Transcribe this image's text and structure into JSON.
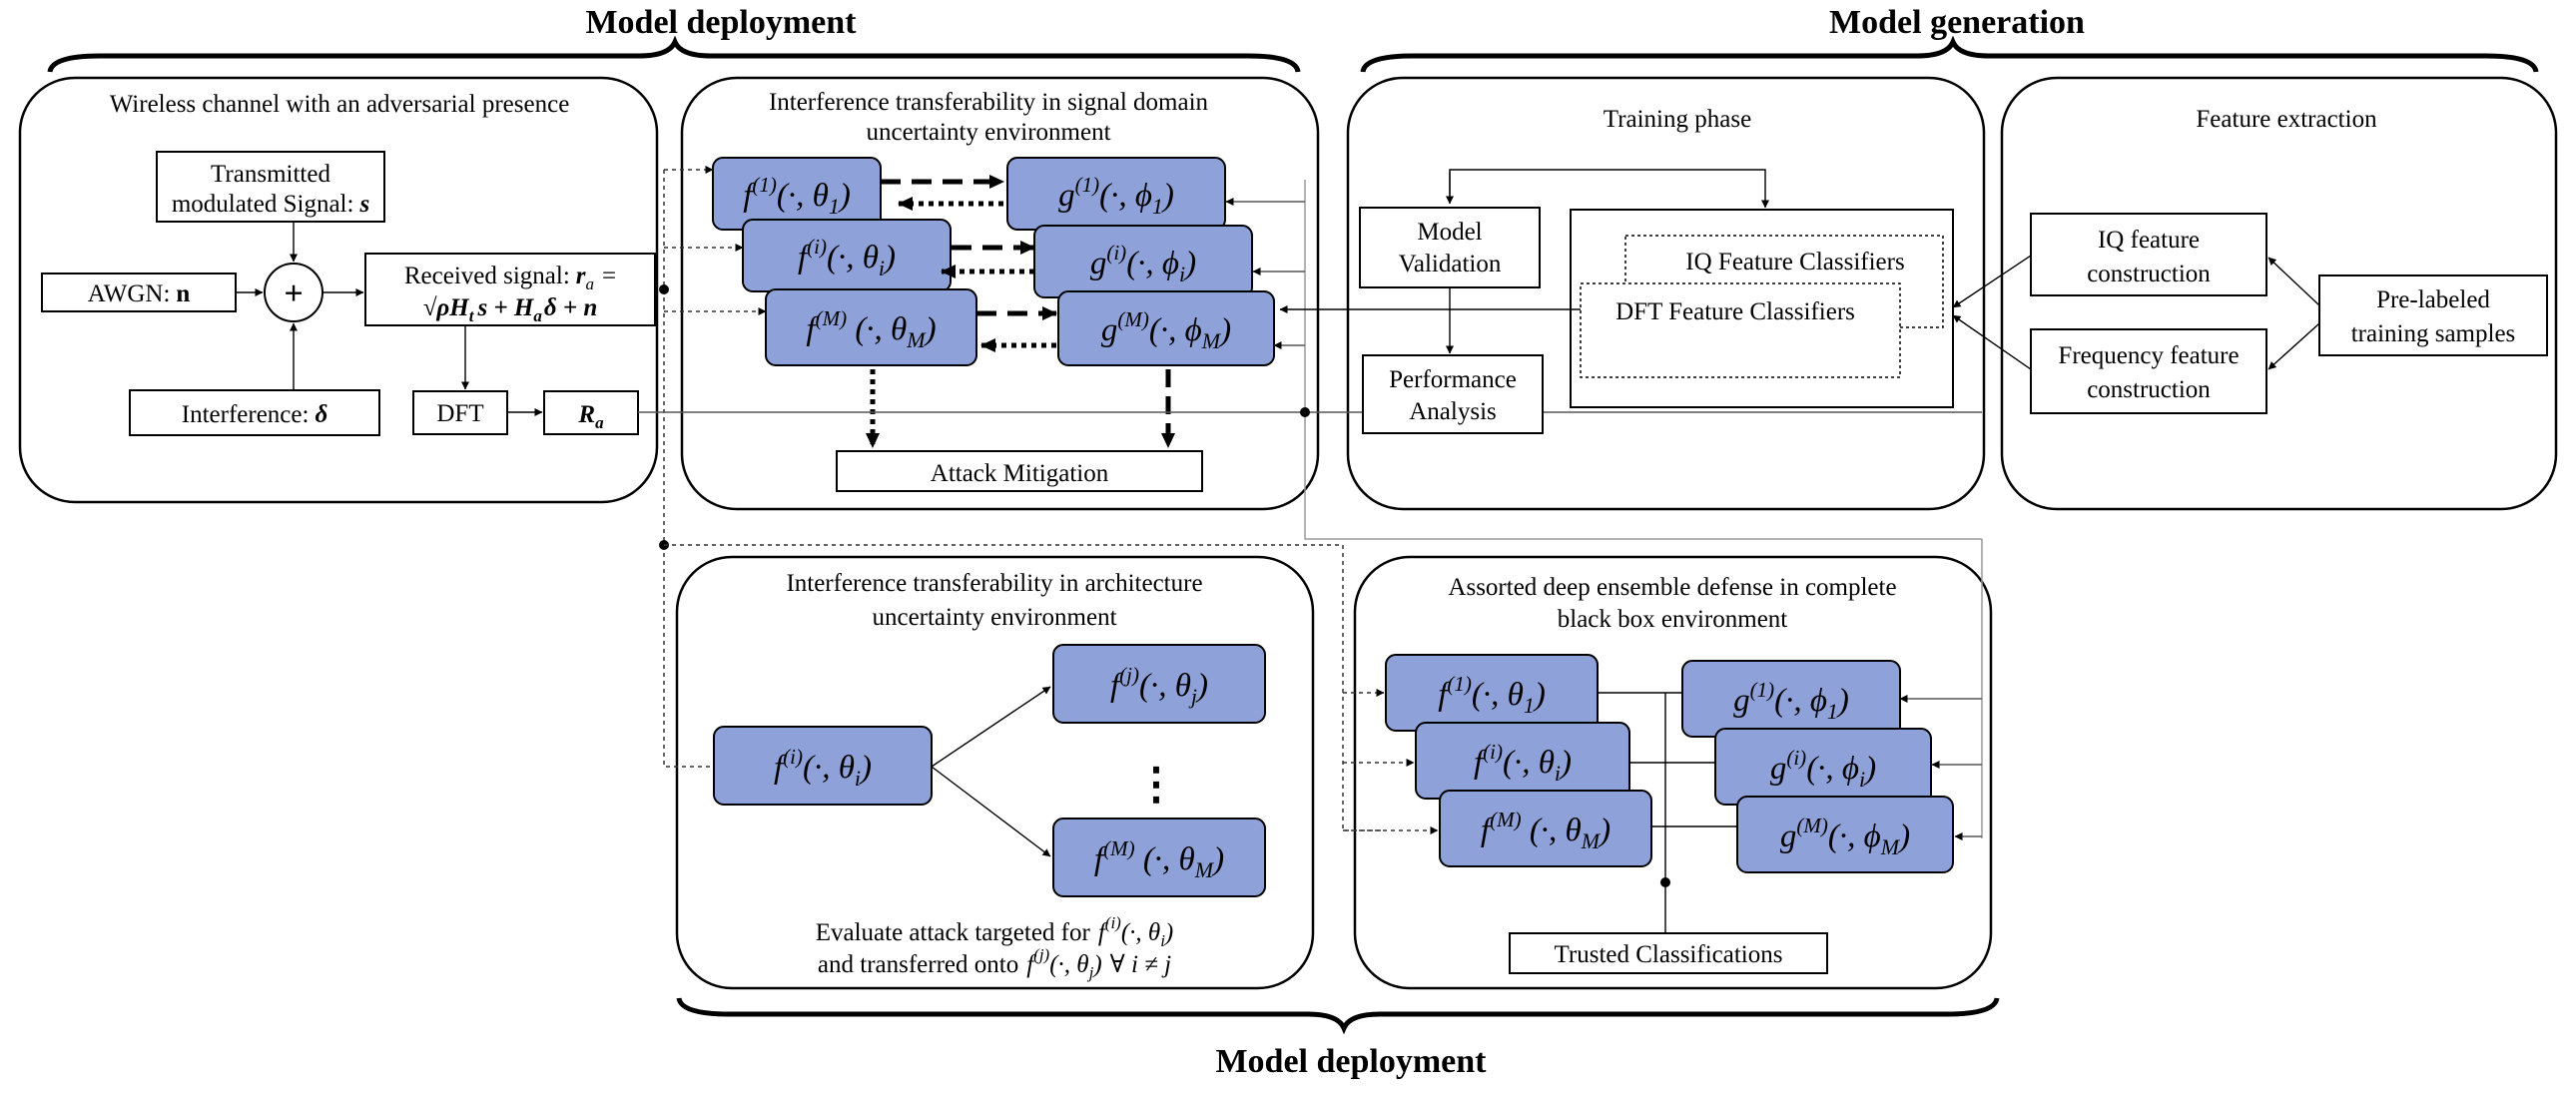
{
  "headers": {
    "top_left": "Model deployment",
    "top_right": "Model generation",
    "bottom": "Model deployment"
  },
  "wireless": {
    "title": "Wireless channel with an adversarial presence",
    "transmitted_line1": "Transmitted",
    "transmitted_line2": "modulated Signal:",
    "transmitted_sym": "s",
    "awgn_label": "AWGN:",
    "awgn_sym": "n",
    "plus": "+",
    "interference_label": "Interference:",
    "interference_sym": "δ",
    "received_line1": "Received signal:",
    "received_sym": "r",
    "received_sub": "a",
    "received_eq": "=",
    "received_line2": "√ρH",
    "received_line2_sub": "t",
    "received_line2_rest": "s + H",
    "received_line2_sub2": "a",
    "received_line2_end": "δ + n",
    "dft": "DFT",
    "ra_sym": "R",
    "ra_sub": "a"
  },
  "signal_domain": {
    "title_line1": "Interference transferability in signal domain",
    "title_line2": "uncertainty environment",
    "f_models": [
      {
        "text": "f",
        "sup": "(1)",
        "args": "(·, θ",
        "sub": "1",
        "close": ")"
      },
      {
        "text": "f",
        "sup": "(i)",
        "args": "(·, θ",
        "sub": "i",
        "close": ")"
      },
      {
        "text": "f",
        "sup": "(M)",
        "args": " (·, θ",
        "sub": "M",
        "close": ")"
      }
    ],
    "g_models": [
      {
        "text": "g",
        "sup": "(1)",
        "args": "(·, ϕ",
        "sub": "1",
        "close": ")"
      },
      {
        "text": "g",
        "sup": "(i)",
        "args": "(·, ϕ",
        "sub": "i",
        "close": ")"
      },
      {
        "text": "g",
        "sup": "(M)",
        "args": "(·, ϕ",
        "sub": "M",
        "close": ")"
      }
    ],
    "attack_mitigation": "Attack Mitigation"
  },
  "training": {
    "title": "Training phase",
    "model_validation_line1": "Model",
    "model_validation_line2": "Validation",
    "performance_line1": "Performance",
    "performance_line2": "Analysis",
    "iq_classifiers": "IQ Feature Classifiers",
    "dft_classifiers": "DFT Feature Classifiers"
  },
  "feature_extraction": {
    "title": "Feature extraction",
    "iq_line1": "IQ feature",
    "iq_line2": "construction",
    "freq_line1": "Frequency feature",
    "freq_line2": "construction",
    "prelabeled_line1": "Pre-labeled",
    "prelabeled_line2": "training samples"
  },
  "architecture": {
    "title_line1": "Interference transferability in architecture",
    "title_line2": "uncertainty environment",
    "fi": {
      "text": "f",
      "sup": "(i)",
      "args": "(·, θ",
      "sub": "i",
      "close": ")"
    },
    "fj": {
      "text": "f",
      "sup": "(j)",
      "args": "(·, θ",
      "sub": "j",
      "close": ")"
    },
    "fM": {
      "text": "f",
      "sup": "(M)",
      "args": " (·, θ",
      "sub": "M",
      "close": ")"
    },
    "ellipsis": "⋮",
    "eval_line1": "Evaluate attack targeted for",
    "eval_line2_pre": "and transferred onto",
    "eval_line2_post": "∀ i ≠ j"
  },
  "ensemble": {
    "title_line1": "Assorted deep ensemble defense in complete",
    "title_line2": "black box environment",
    "trusted": "Trusted Classifications"
  },
  "colors": {
    "model_fill": "#8ea2d9",
    "stroke": "#000000",
    "gray_line": "#9a9a9a"
  }
}
